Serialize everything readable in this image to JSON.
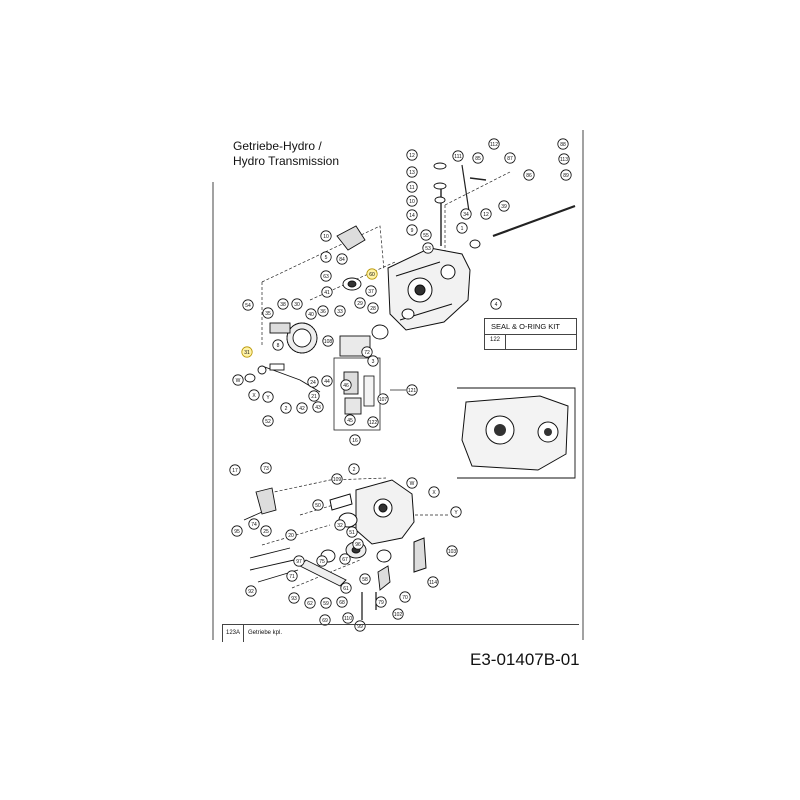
{
  "title_line1": "Getriebe-Hydro /",
  "title_line2": "Hydro Transmission",
  "seal_kit": {
    "label": "SEAL & O-RING KIT",
    "part": "122"
  },
  "bottom_table": {
    "part": "123A",
    "description": "Getriebe kpl."
  },
  "doc_code": "E3-01407B-01",
  "highlight_color": "#e8c000",
  "highlighted_parts": [
    "60",
    "31"
  ],
  "part_callouts": [
    "112",
    "88",
    "87",
    "113",
    "89",
    "12",
    "13",
    "11",
    "10",
    "14",
    "111",
    "85",
    "86",
    "9",
    "55",
    "53",
    "34",
    "12",
    "39",
    "1",
    "4",
    "10",
    "5",
    "63",
    "84",
    "60",
    "41",
    "37",
    "36",
    "33",
    "54",
    "35",
    "38",
    "30",
    "40",
    "31",
    "8",
    "W",
    "X",
    "Y",
    "29",
    "28",
    "72",
    "108",
    "3",
    "44",
    "46",
    "24",
    "21",
    "42",
    "2",
    "52",
    "43",
    "107",
    "45",
    "122",
    "121",
    "16",
    "17",
    "73",
    "109",
    "2",
    "W",
    "X",
    "Y",
    "74",
    "25",
    "50",
    "32",
    "51",
    "96",
    "95",
    "97",
    "20",
    "71",
    "75",
    "67",
    "93",
    "62",
    "59",
    "61",
    "68",
    "58",
    "70",
    "103",
    "114",
    "110",
    "92",
    "69",
    "79",
    "99",
    "102",
    "95"
  ]
}
